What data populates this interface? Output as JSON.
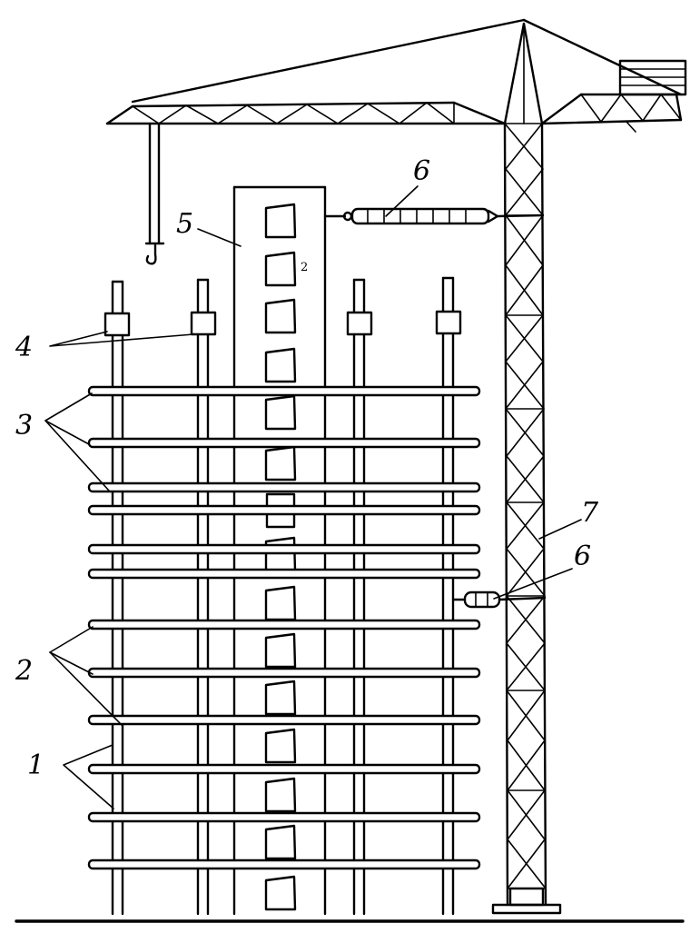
{
  "diagram": {
    "labels": [
      {
        "id": "1",
        "text": "1"
      },
      {
        "id": "2",
        "text": "2"
      },
      {
        "id": "3",
        "text": "3"
      },
      {
        "id": "4",
        "text": "4"
      },
      {
        "id": "5",
        "text": "5"
      },
      {
        "id": "6a",
        "text": "6"
      },
      {
        "id": "6b",
        "text": "6"
      },
      {
        "id": "7",
        "text": "7"
      }
    ],
    "small_mark": "2"
  }
}
